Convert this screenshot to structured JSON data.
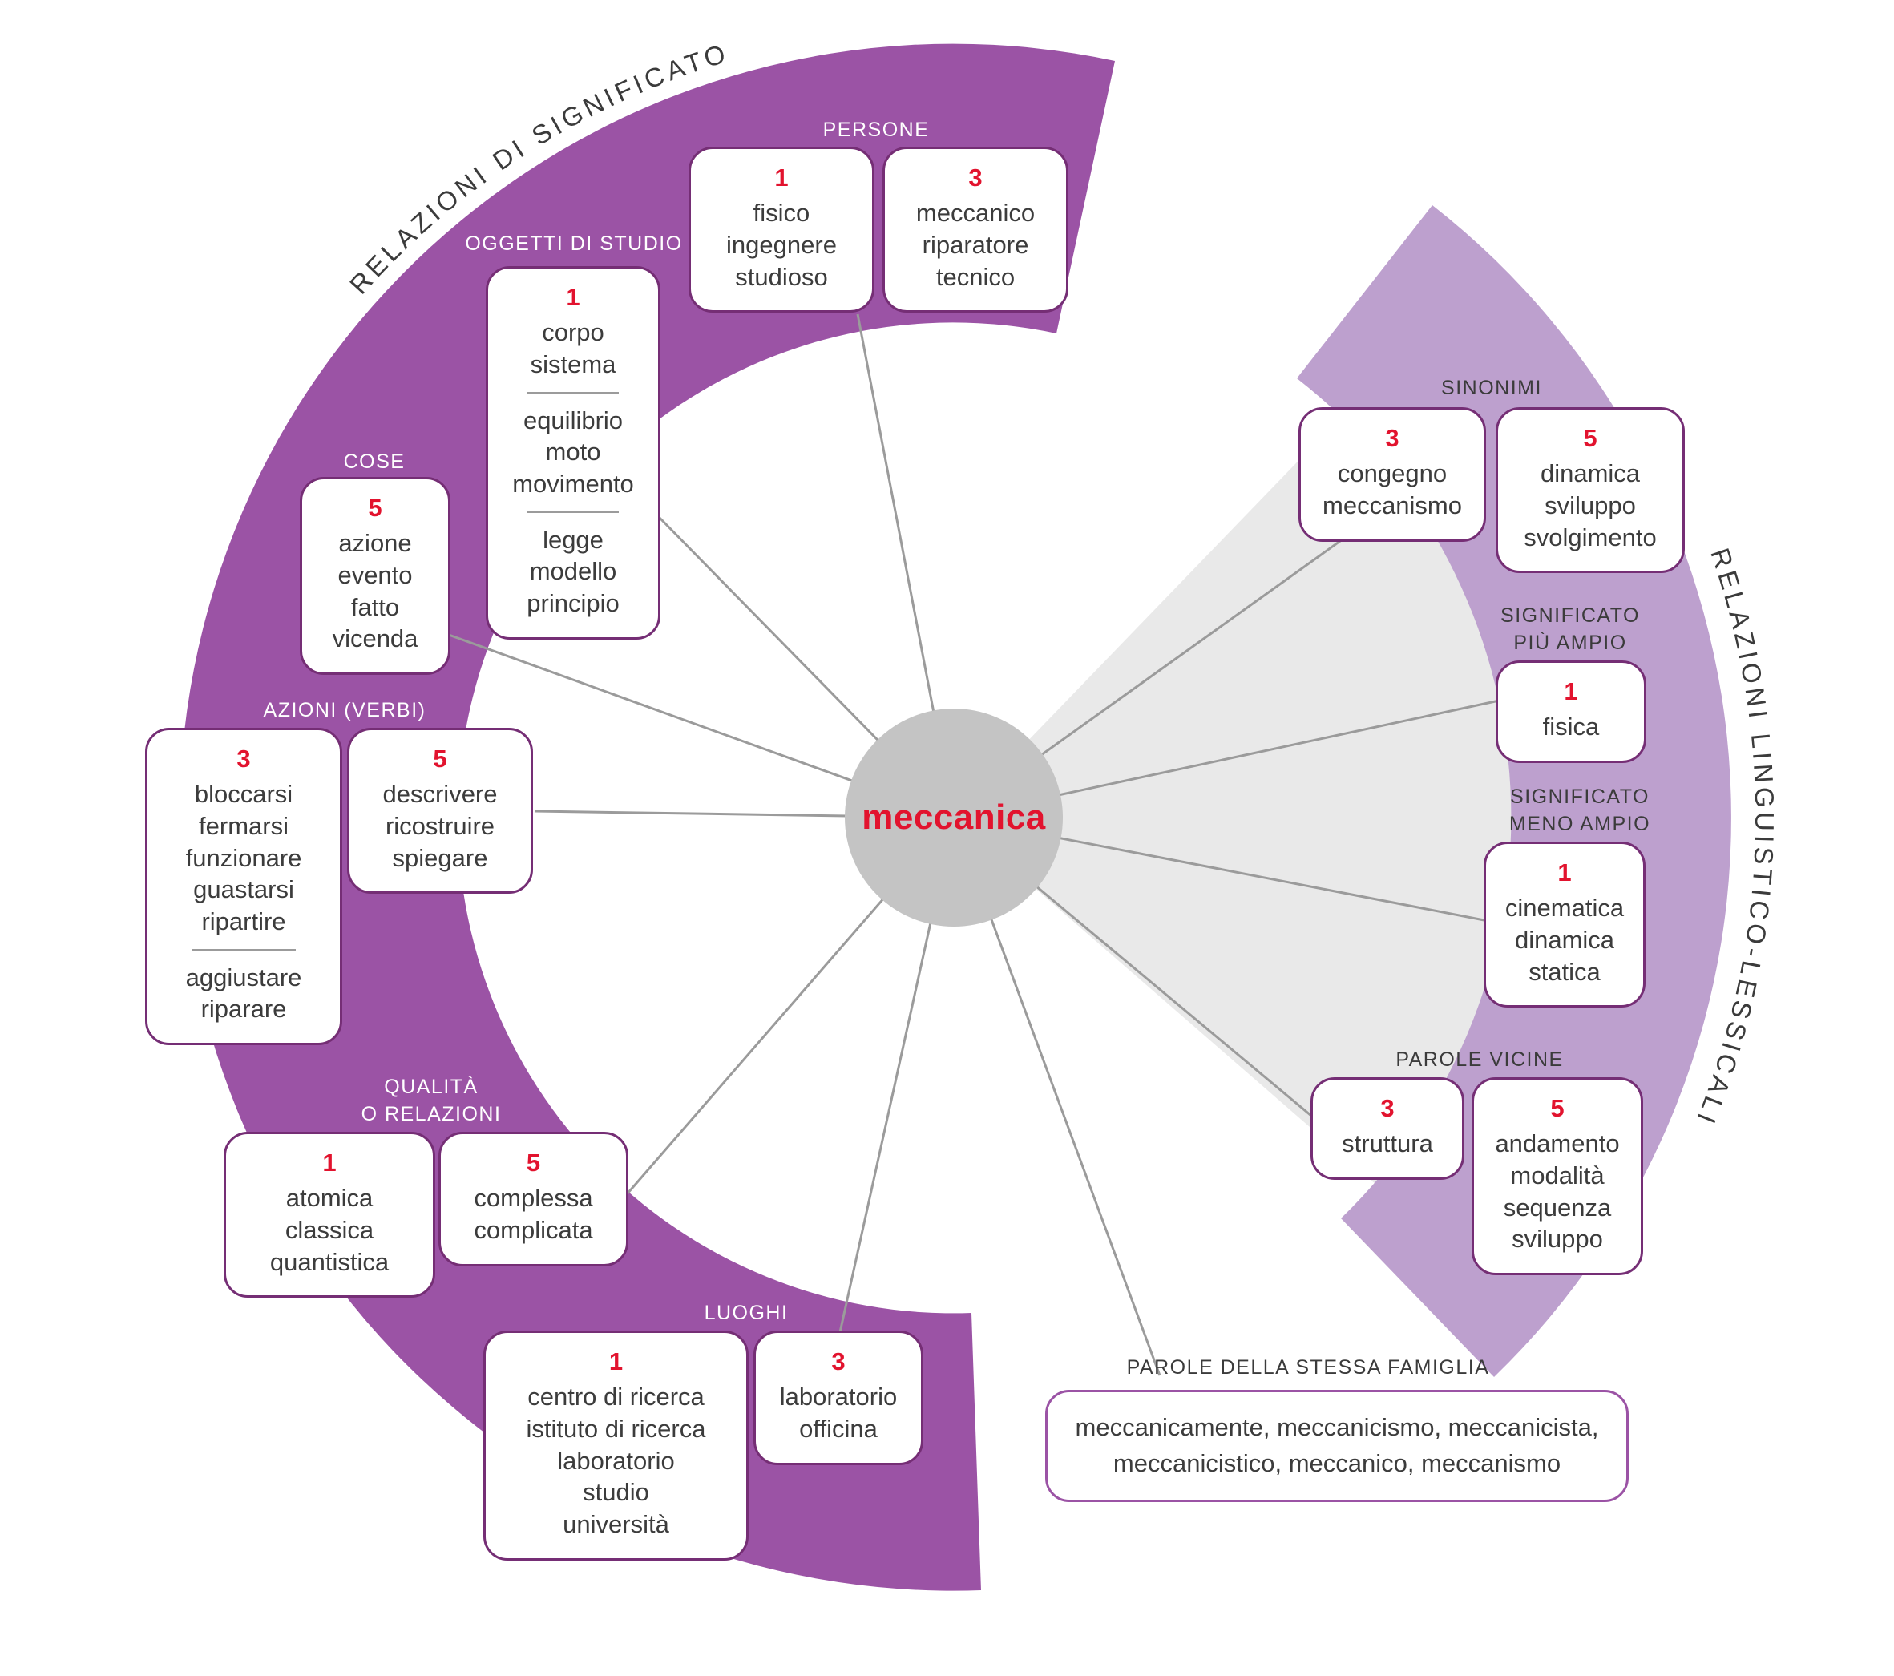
{
  "center": {
    "word": "meccanica"
  },
  "arc_labels": {
    "left": "RELAZIONI DI SIGNIFICATO",
    "right": "RELAZIONI LINGUISTICO-LESSICALI"
  },
  "colors": {
    "purple_band": "#9B53A5",
    "light_purple_band": "#BDA0CE",
    "card_border": "#752E75",
    "accent_red": "#E2132E",
    "center_circle": "#C4C4C4",
    "gray_sector": "#E9E9E9",
    "connector_line": "#9B9B9B"
  },
  "groups": {
    "persone": {
      "label": "PERSONE",
      "cards": [
        {
          "number": "1",
          "sections": [
            [
              "fisico",
              "ingegnere",
              "studioso"
            ]
          ]
        },
        {
          "number": "3",
          "sections": [
            [
              "meccanico",
              "riparatore",
              "tecnico"
            ]
          ]
        }
      ]
    },
    "oggetti_di_studio": {
      "label": "OGGETTI DI STUDIO",
      "cards": [
        {
          "number": "1",
          "sections": [
            [
              "corpo",
              "sistema"
            ],
            [
              "equilibrio",
              "moto",
              "movimento"
            ],
            [
              "legge",
              "modello",
              "principio"
            ]
          ]
        }
      ]
    },
    "cose": {
      "label": "COSE",
      "cards": [
        {
          "number": "5",
          "sections": [
            [
              "azione",
              "evento",
              "fatto",
              "vicenda"
            ]
          ]
        }
      ]
    },
    "azioni_verbi": {
      "label": "AZIONI (VERBI)",
      "cards": [
        {
          "number": "3",
          "sections": [
            [
              "bloccarsi",
              "fermarsi",
              "funzionare",
              "guastarsi",
              "ripartire"
            ],
            [
              "aggiustare",
              "riparare"
            ]
          ]
        },
        {
          "number": "5",
          "sections": [
            [
              "descrivere",
              "ricostruire",
              "spiegare"
            ]
          ]
        }
      ]
    },
    "qualita_o_relazioni": {
      "label": "QUALITÀ\nO RELAZIONI",
      "cards": [
        {
          "number": "1",
          "sections": [
            [
              "atomica",
              "classica",
              "quantistica"
            ]
          ]
        },
        {
          "number": "5",
          "sections": [
            [
              "complessa",
              "complicata"
            ]
          ]
        }
      ]
    },
    "luoghi": {
      "label": "LUOGHI",
      "cards": [
        {
          "number": "1",
          "sections": [
            [
              "centro di ricerca",
              "istituto di ricerca",
              "laboratorio",
              "studio",
              "università"
            ]
          ]
        },
        {
          "number": "3",
          "sections": [
            [
              "laboratorio",
              "officina"
            ]
          ]
        }
      ]
    },
    "sinonimi": {
      "label": "SINONIMI",
      "cards": [
        {
          "number": "3",
          "sections": [
            [
              "congegno",
              "meccanismo"
            ]
          ]
        },
        {
          "number": "5",
          "sections": [
            [
              "dinamica",
              "sviluppo",
              "svolgimento"
            ]
          ]
        }
      ]
    },
    "significato_piu_ampio": {
      "label": "SIGNIFICATO\nPIÙ AMPIO",
      "cards": [
        {
          "number": "1",
          "sections": [
            [
              "fisica"
            ]
          ]
        }
      ]
    },
    "significato_meno_ampio": {
      "label": "SIGNIFICATO\nMENO AMPIO",
      "cards": [
        {
          "number": "1",
          "sections": [
            [
              "cinematica",
              "dinamica",
              "statica"
            ]
          ]
        }
      ]
    },
    "parole_vicine": {
      "label": "PAROLE VICINE",
      "cards": [
        {
          "number": "3",
          "sections": [
            [
              "struttura"
            ]
          ]
        },
        {
          "number": "5",
          "sections": [
            [
              "andamento",
              "modalità",
              "sequenza",
              "sviluppo"
            ]
          ]
        }
      ]
    },
    "parole_stessa_famiglia": {
      "label": "PAROLE DELLA STESSA FAMIGLIA",
      "text": "meccanicamente, meccanicismo, meccanicista, meccanicistico, meccanico, meccanismo"
    }
  }
}
